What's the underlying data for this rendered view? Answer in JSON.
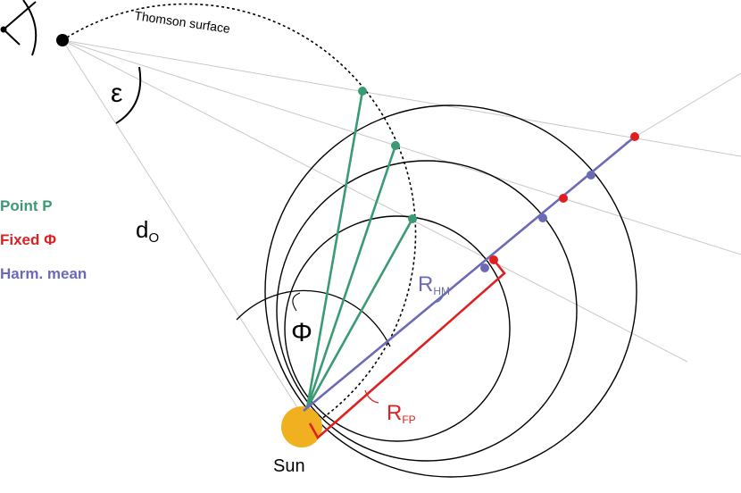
{
  "labels": {
    "thomson_surface": "Thomson surface",
    "epsilon": "ε",
    "distance_main": "d",
    "distance_sub": "O",
    "phi": "Φ",
    "sun": "Sun",
    "r_hm_main": "R",
    "r_hm_sub": "HM",
    "r_fp_main": "R",
    "r_fp_sub": "FP"
  },
  "legend": {
    "point_p": "Point P",
    "fixed_phi": "Fixed Φ",
    "harm_mean": "Harm. mean"
  },
  "colors": {
    "point_p": "#3a9a73",
    "fixed_phi": "#e02020",
    "harm_mean": "#6b6bb5",
    "sun": "#f0b020",
    "line": "#000000",
    "sight_line": "#c8c8c8"
  }
}
